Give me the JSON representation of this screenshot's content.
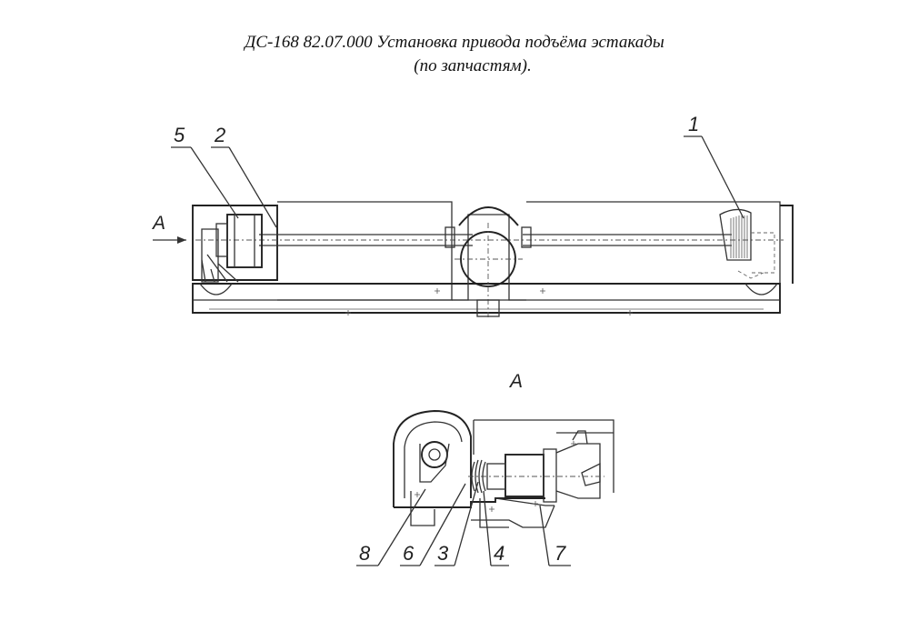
{
  "title": {
    "line1": "ДС-168 82.07.000 Установка привода подъёма эстакады",
    "line2": "(по запчастям)."
  },
  "view_labels": {
    "arrow_a": "А",
    "section_a": "А"
  },
  "callouts": {
    "main_view": [
      "5",
      "2",
      "1"
    ],
    "section_view": [
      "8",
      "6",
      "3",
      "4",
      "7"
    ]
  }
}
